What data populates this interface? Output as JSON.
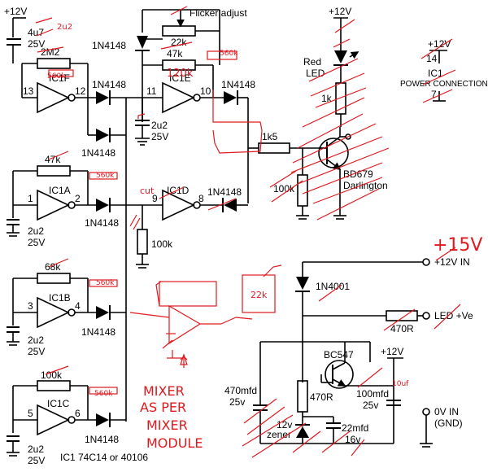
{
  "labels": {
    "flicker_adjust": "Flicker adjust",
    "pot_22k": "22k",
    "r_47k_top": "47k",
    "d_1n4148_top": "1N4148",
    "plus12v_left": "+12V",
    "c_4u7": "4u7",
    "c_4u7_v": "25V",
    "r_2m2": "2M2",
    "ic1f": "IC1F",
    "pin13": "13",
    "pin12": "12",
    "ic1e": "IC1E",
    "pin11": "11",
    "pin10": "10",
    "d_f_out": "1N4148",
    "d_e_in": "1N4148",
    "d_e_out": "1N4148",
    "c_e_val": "2u2",
    "c_e_v": "25V",
    "d_f_fb": "1N4148",
    "r_47k_a": "47k",
    "ic1a": "IC1A",
    "pin1": "1",
    "pin2": "2",
    "c_a_val": "2u2",
    "c_a_v": "25V",
    "d_a_out": "1N4148",
    "ic1d": "IC1D",
    "pin9": "9",
    "pin8": "8",
    "d_d_out": "1N4148",
    "r_100k_d": "100k",
    "r_68k": "68k",
    "ic1b": "IC1B",
    "pin3": "3",
    "pin4": "4",
    "c_b_val": "2u2",
    "c_b_v": "25V",
    "d_b_out": "1N4148",
    "r_100k_c": "100k",
    "ic1c": "IC1C",
    "pin5": "5",
    "pin6": "6",
    "c_c_val": "2u2",
    "c_c_v": "25V",
    "d_c_out": "1N4148",
    "ic1_note": "IC1 74C14 or 40106",
    "plus12v_led": "+12V",
    "red_led_1": "Red",
    "red_led_2": "LED",
    "r_1k": "1k",
    "r_1k5": "1k5",
    "r_100k_base": "100k",
    "bd679": "BD679",
    "darlington": "Darlington",
    "pc_14": "14",
    "pc_plus12v": "+12V",
    "pc_ic1": "IC1",
    "pc_title": "POWER CONNECTIONS",
    "pc_7": "7",
    "d_1n4001": "1N4001",
    "in_12v": "+12V IN",
    "led_ve": "LED +Ve",
    "r_470r_h": "470R",
    "bc547": "BC547",
    "plus12v_reg": "+12V",
    "c_470_1": "470mfd",
    "c_470_2": "25v",
    "r_470r_v": "470R",
    "z_1": "12v",
    "z_2": "zener",
    "c_100_1": "100mfd",
    "c_100_2": "25v",
    "c_22_1": "22mfd",
    "c_22_2": "16v",
    "gnd_1": "0V IN",
    "gnd_2": "(GND)"
  },
  "handwritten": {
    "h_2u2": "2u2",
    "h_560k_f": "560k",
    "h_120k": "120k",
    "h_560k_e": "560k",
    "h_560k_a": "560k",
    "h_cut": "cut",
    "h_560k_b": "560k",
    "h_22k": "22k",
    "h_560k_c": "560k",
    "h_15v": "+15V",
    "h_10uf": "10uf",
    "h_mixer_1": "MIXER",
    "h_mixer_2": "AS PER",
    "h_mixer_3": "MIXER",
    "h_mixer_4": "MODULE"
  },
  "colors": {
    "ink": "#000000",
    "annotation": "#e0191f"
  }
}
